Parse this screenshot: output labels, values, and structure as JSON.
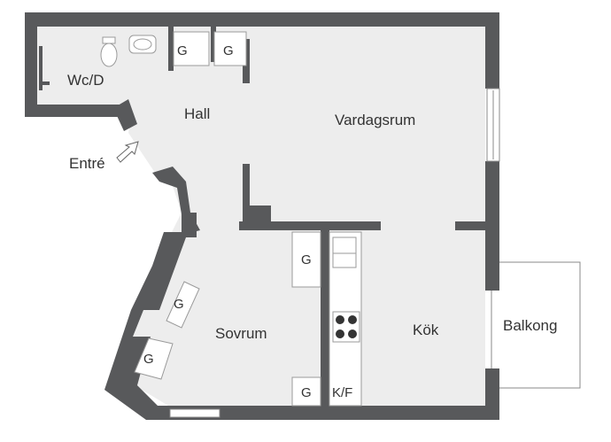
{
  "rooms": {
    "wc": "Wc/D",
    "hall": "Hall",
    "vardagsrum": "Vardagsrum",
    "entre": "Entré",
    "sovrum": "Sovrum",
    "kok": "Kök",
    "balkong": "Balkong"
  },
  "closets": {
    "g1": "G",
    "g2": "G",
    "g3": "G",
    "g4": "G",
    "g5": "G",
    "g6": "G"
  },
  "fridge": "K/F",
  "colors": {
    "wall": "#58595b",
    "floor": "#ededed",
    "fixture": "#ffffff",
    "line": "#9a9a9a",
    "text": "#333333"
  },
  "icons": {
    "entry": "arrow-icon",
    "toilet": "toilet-icon",
    "sink": "sink-icon",
    "stove": "stove-icon"
  }
}
